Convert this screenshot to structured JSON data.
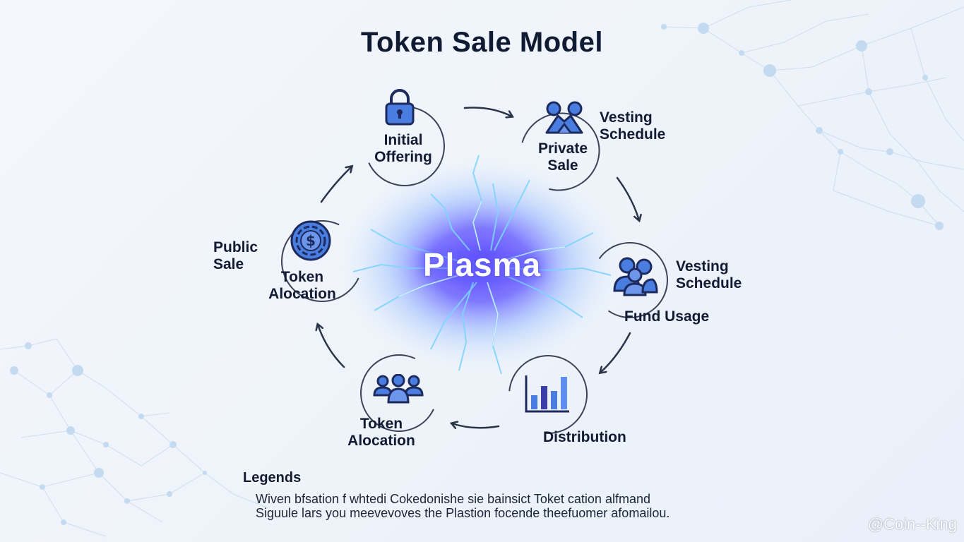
{
  "title": "Token Sale Model",
  "center": "Plasma",
  "nodes": {
    "initial_offering": "Initial\nOffering",
    "private_sale": "Private\nSale",
    "vesting_schedule_top": "Vesting\nSchedule",
    "vesting_schedule_right": "Vesting\nSchedule",
    "fund_usage": "Fund Usage",
    "distribution": "Distribution",
    "token_allocation_bottom": "Token\nAlocation",
    "token_allocation_left": "Token\nAlocation",
    "public_sale": "Public\nSale"
  },
  "legend": {
    "title": "Legends",
    "text": "Wiven bfsation f whtedi Cokedonishe sie bainsict Toket cation  alfmand\nSiguule lars you meevevoves the Plastion focende theefuomer afomailou."
  },
  "watermark": "@Coin--King",
  "colors": {
    "icon_blue": "#3f6fd6",
    "icon_dark": "#1c2a5e",
    "plasma_core": "#5b4bff",
    "plasma_glow": "#7fd4ff"
  }
}
